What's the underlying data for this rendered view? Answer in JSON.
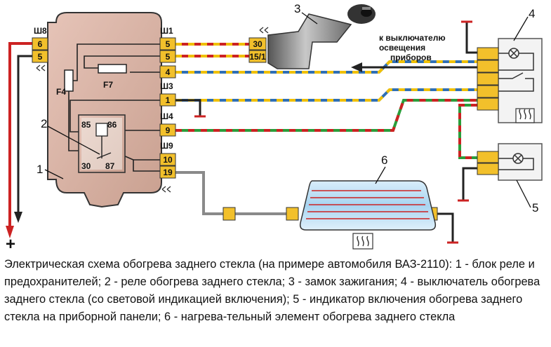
{
  "diagram": {
    "numbers": [
      "1",
      "2",
      "3",
      "4",
      "5",
      "6"
    ],
    "block": {
      "sockets": {
        "sh1": "Ш1",
        "sh3": "Ш3",
        "sh4": "Ш4",
        "sh8": "Ш8",
        "sh9": "Ш9"
      },
      "pins_right": [
        "5",
        "5",
        "4",
        "1",
        "9",
        "10",
        "19"
      ],
      "pins_left": [
        "6",
        "5"
      ],
      "fuses": {
        "f4": "F4",
        "f7": "F7"
      },
      "relay_pins": {
        "p85": "85",
        "p86": "86",
        "p30": "30",
        "p87": "87"
      }
    },
    "ignition_pins": [
      "30",
      "15/1"
    ],
    "arrow_note": [
      "к выключателю",
      "освещения",
      "приборов"
    ],
    "plus": "+",
    "colors": {
      "block_fill": "#d9b3a6",
      "relay_fill": "#f2ece8",
      "connector": "#f2c02b",
      "wire_red": "#cc2222",
      "wire_green": "#2a9d3a",
      "wire_blue": "#2f6fb5",
      "wire_yellow": "#f0c000",
      "wire_grey": "#8a8a8a",
      "heater_blue": "#a8d4f0"
    },
    "icons": [
      "ignition-lock-icon",
      "lamp-icon",
      "rear-window-heater-icon"
    ]
  },
  "caption": "Электрическая схема обогрева заднего стекла (на примере автомобиля ВАЗ-2110): 1 - блок реле и предохранителей; 2 - реле обогрева заднего стекла; 3 - замок зажигания; 4 - выключатель обогрева заднего стекла (со световой индикацией включения); 5 - индикатор включения обогрева заднего стекла на приборной панели; 6 - нагрева-тельный элемент обогрева заднего стекла"
}
